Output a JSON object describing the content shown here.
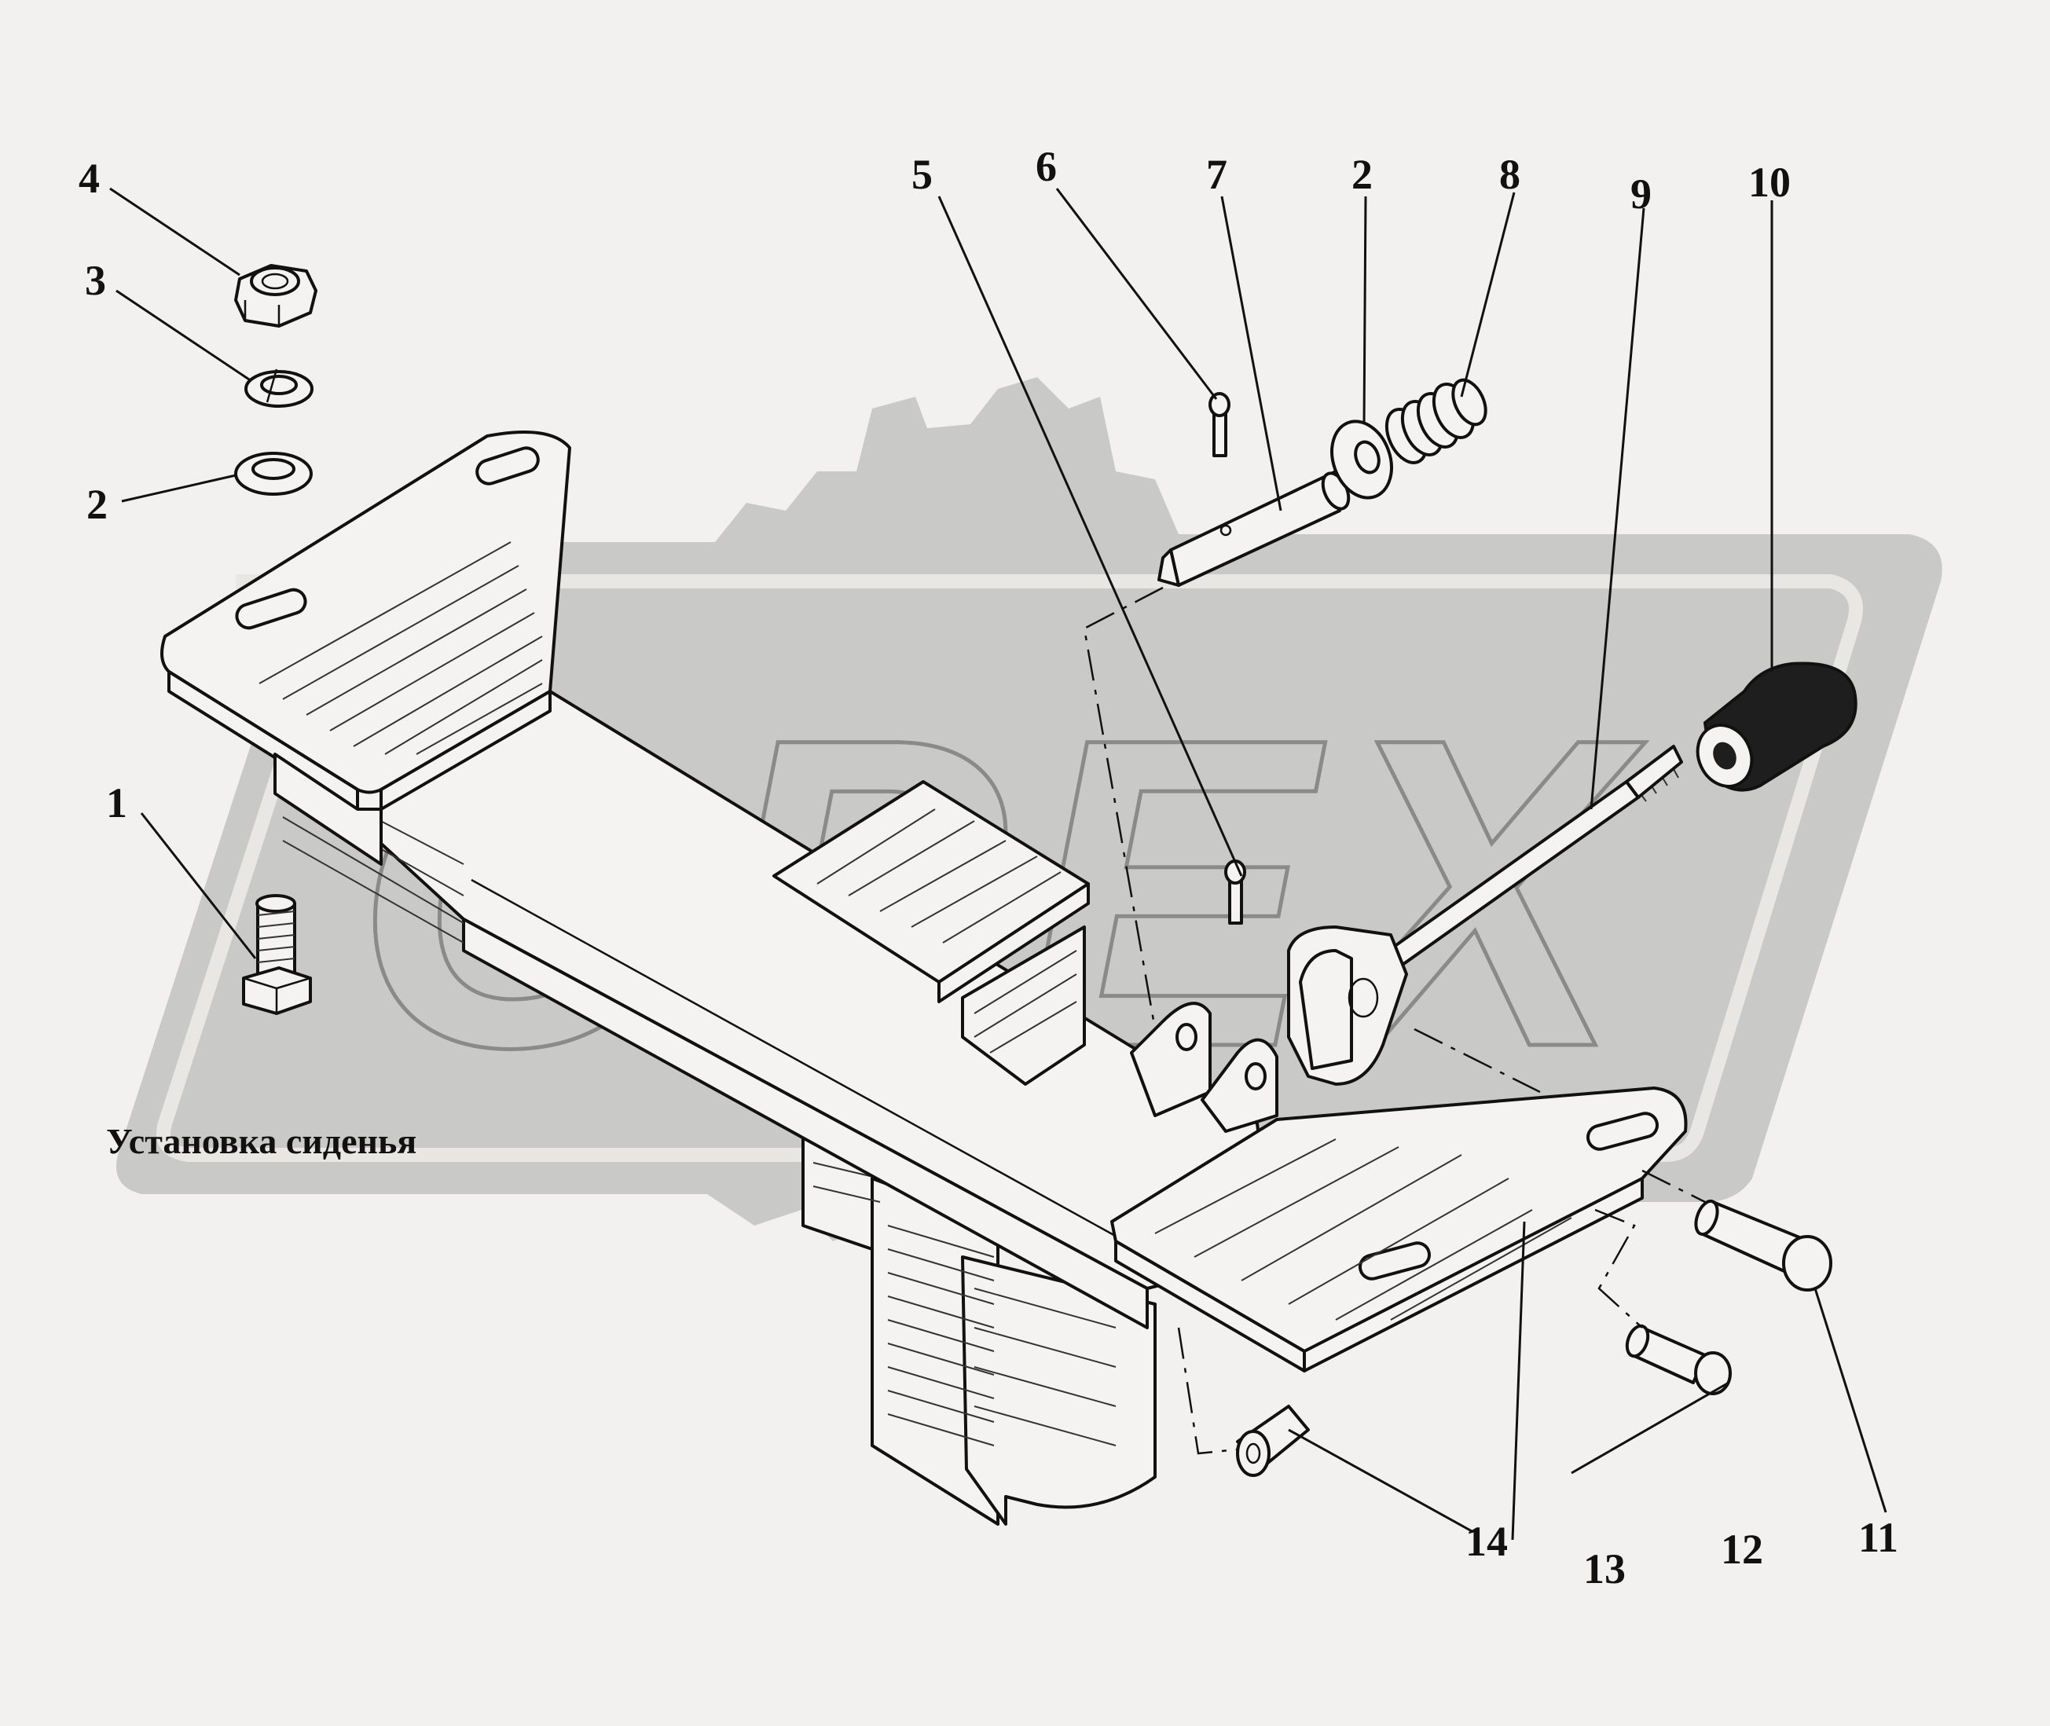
{
  "caption": "Установка сиденья",
  "watermark": "ОРЕХ",
  "callouts": [
    {
      "id": "c1",
      "text": "1"
    },
    {
      "id": "c2a",
      "text": "2"
    },
    {
      "id": "c3",
      "text": "3"
    },
    {
      "id": "c4",
      "text": "4"
    },
    {
      "id": "c5",
      "text": "5"
    },
    {
      "id": "c6",
      "text": "6"
    },
    {
      "id": "c7",
      "text": "7"
    },
    {
      "id": "c2b",
      "text": "2"
    },
    {
      "id": "c8",
      "text": "8"
    },
    {
      "id": "c9",
      "text": "9"
    },
    {
      "id": "c10",
      "text": "10"
    },
    {
      "id": "c11",
      "text": "11"
    },
    {
      "id": "c12",
      "text": "12"
    },
    {
      "id": "c13",
      "text": "13"
    },
    {
      "id": "c14",
      "text": "14"
    }
  ],
  "colors": {
    "background": "#f2f1ef",
    "line": "#111111",
    "watermark": "#c9c9c7"
  }
}
